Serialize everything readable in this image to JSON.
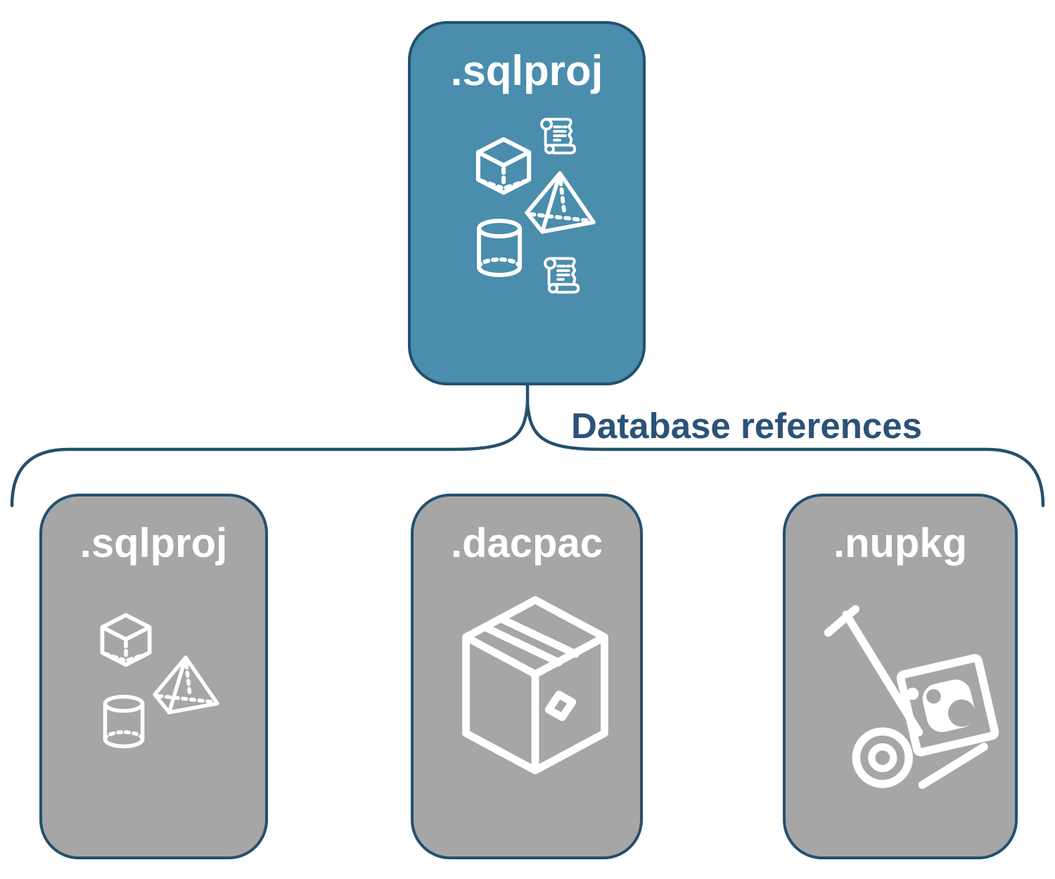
{
  "diagram": {
    "connector_label": "Database references",
    "top_node": {
      "label": ".sqlproj",
      "icons": [
        "cube-icon",
        "scroll-icon",
        "pyramid-icon",
        "cylinder-icon",
        "scroll-icon"
      ]
    },
    "child_nodes": [
      {
        "label": ".sqlproj",
        "icons": [
          "cube-icon",
          "pyramid-icon",
          "cylinder-icon"
        ]
      },
      {
        "label": ".dacpac",
        "icons": [
          "package-box-icon"
        ]
      },
      {
        "label": ".nupkg",
        "icons": [
          "hand-truck-package-icon"
        ]
      }
    ],
    "colors": {
      "top_node_fill": "#4A8DAC",
      "child_node_fill": "#A6A6A6",
      "border_line": "#24506F",
      "label_text": "#2B5278",
      "icon_color": "#FFFFFF"
    }
  }
}
